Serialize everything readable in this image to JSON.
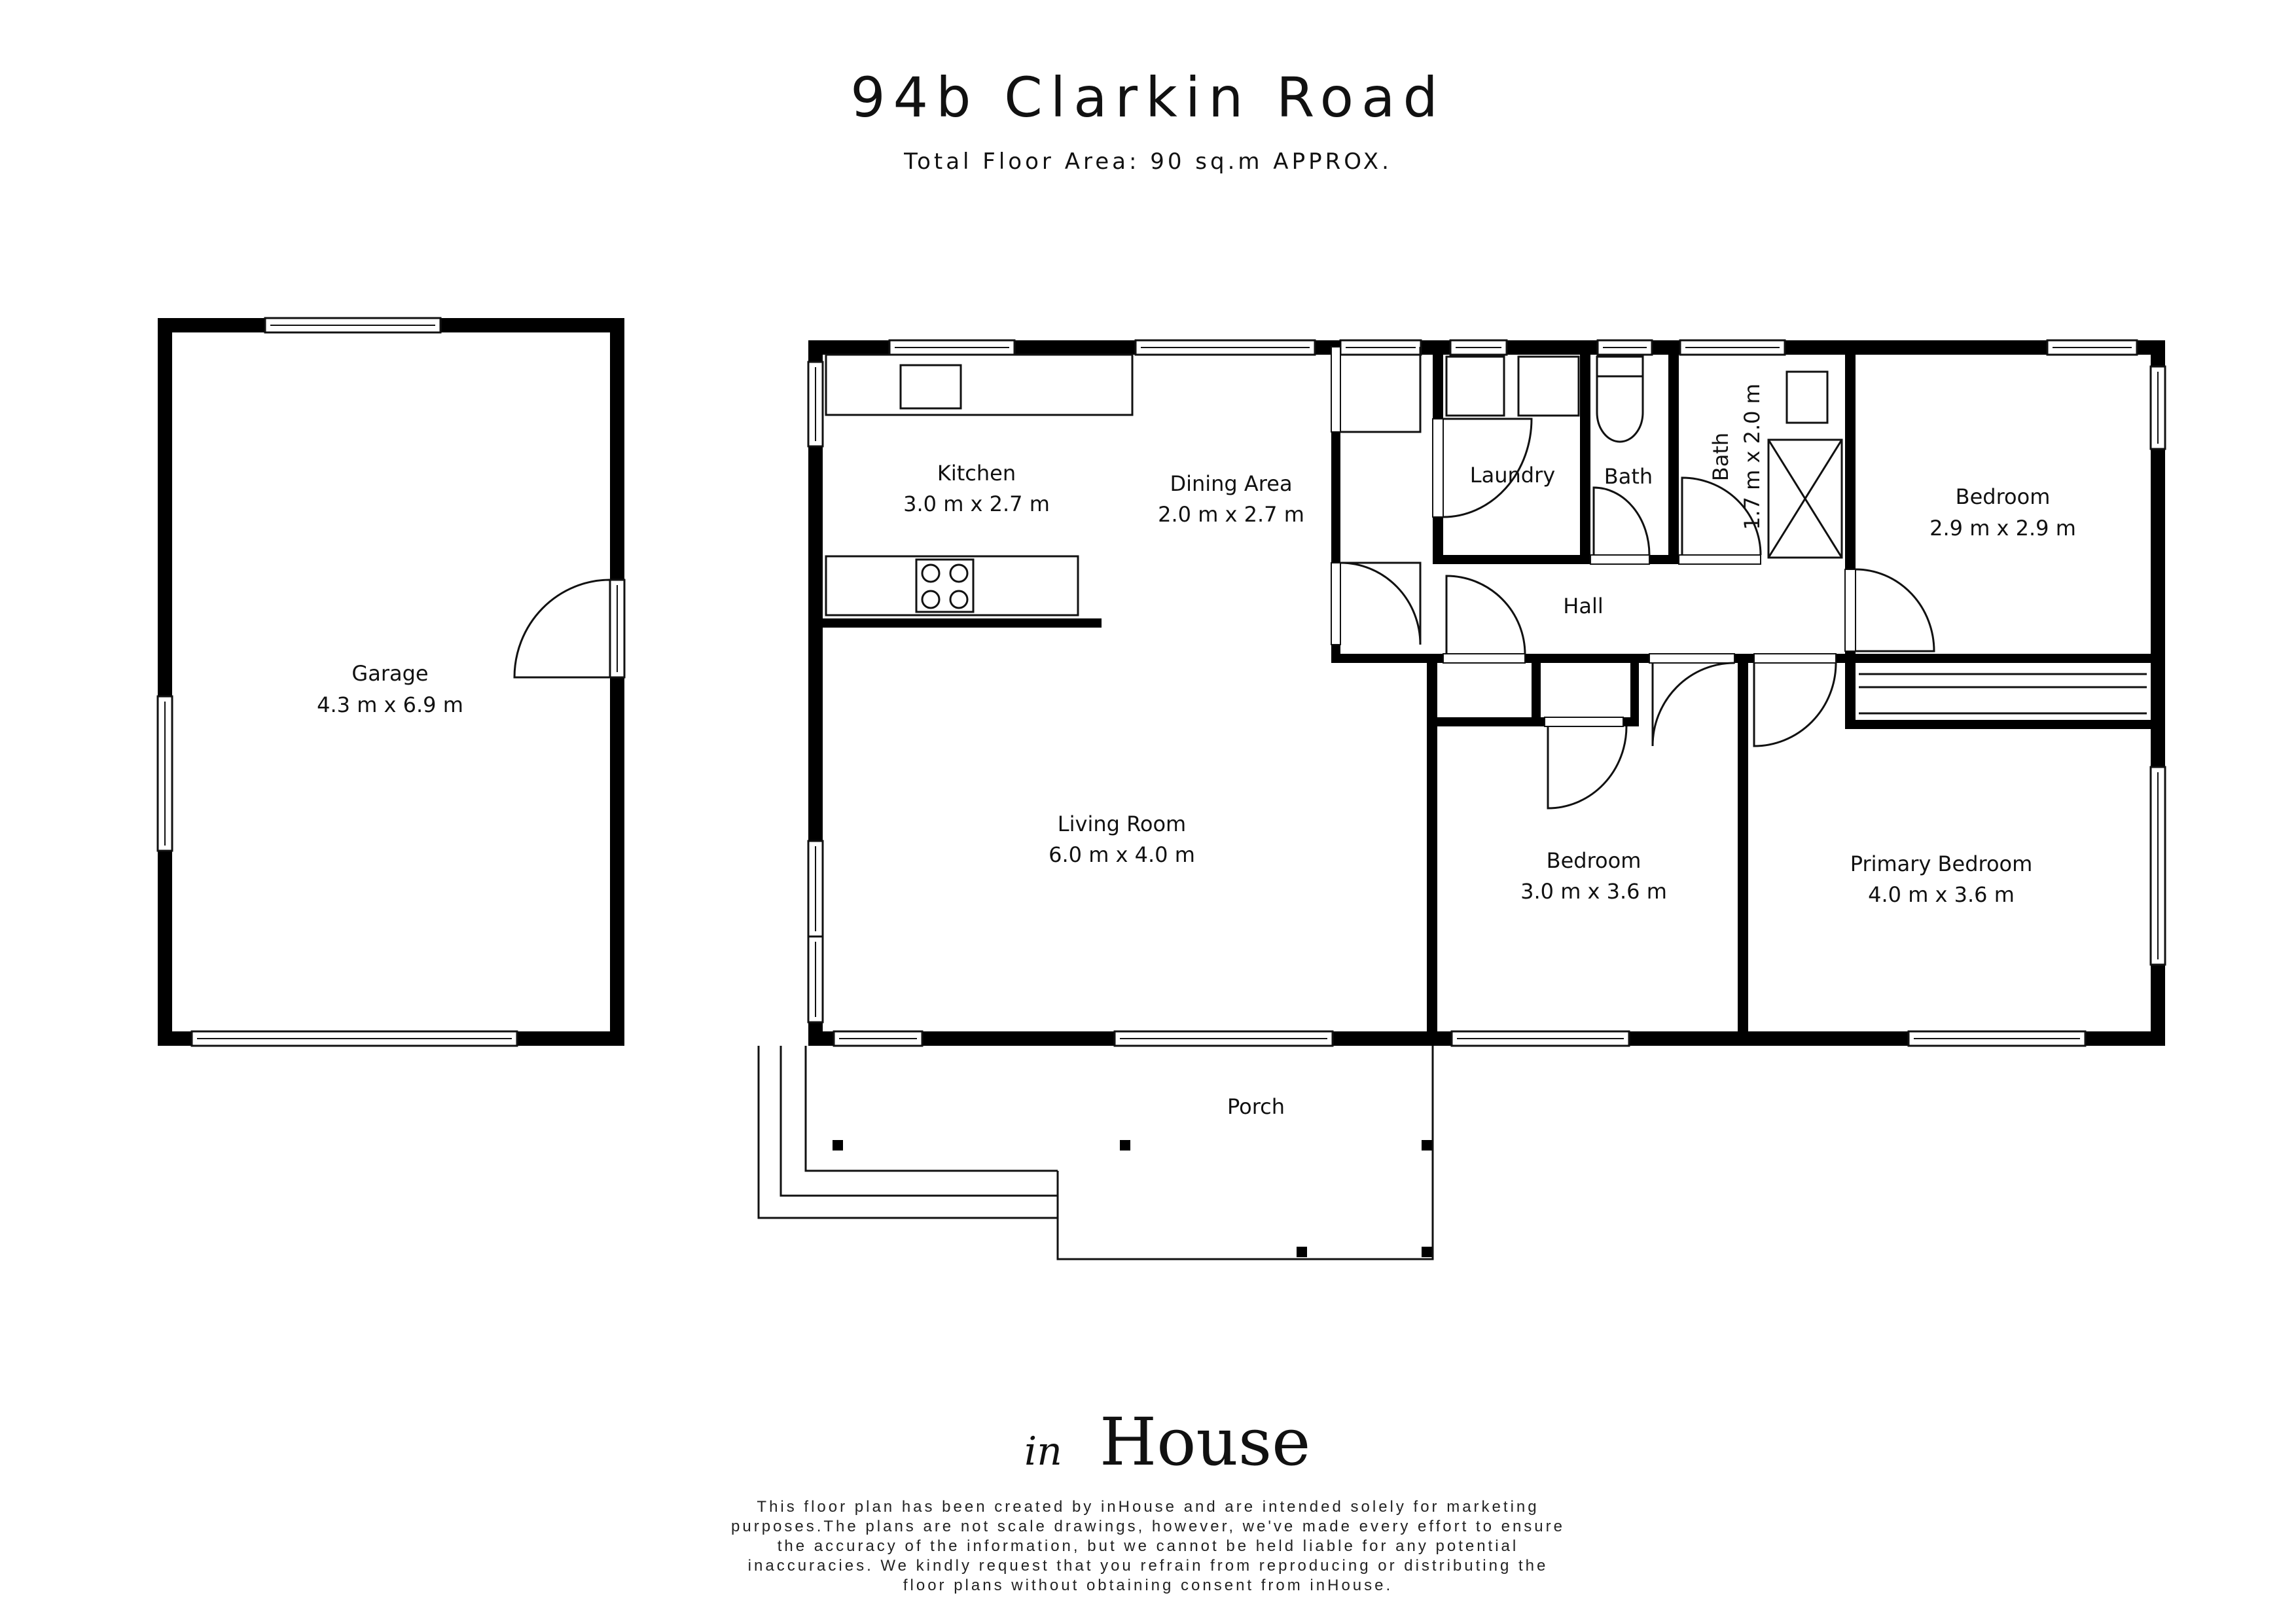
{
  "header": {
    "title": "94b Clarkin Road",
    "subtitle": "Total Floor Area: 90 sq.m APPROX."
  },
  "rooms": {
    "garage": {
      "name": "Garage",
      "dims": "4.3 m x 6.9 m"
    },
    "kitchen": {
      "name": "Kitchen",
      "dims": "3.0 m x 2.7 m"
    },
    "dining": {
      "name": "Dining Area",
      "dims": "2.0 m x 2.7 m"
    },
    "laundry": {
      "name": "Laundry"
    },
    "bath1": {
      "name": "Bath"
    },
    "bath2": {
      "name": "Bath",
      "dims": "1.7 m x 2.0 m"
    },
    "bedroom1": {
      "name": "Bedroom",
      "dims": "2.9 m x 2.9 m"
    },
    "hall": {
      "name": "Hall"
    },
    "living": {
      "name": "Living Room",
      "dims": "6.0 m x 4.0 m"
    },
    "bedroom2": {
      "name": "Bedroom",
      "dims": "3.0 m x 3.6 m"
    },
    "primary": {
      "name": "Primary Bedroom",
      "dims": "4.0 m x 3.6 m"
    },
    "porch": {
      "name": "Porch"
    }
  },
  "footer": {
    "logo": {
      "script": "in",
      "word": "House"
    },
    "disclaimer": [
      "This floor plan has been created by inHouse and are intended solely for marketing",
      "purposes.The plans are not scale drawings, however, we've made every effort to ensure",
      "the accuracy of the information, but we cannot be held liable for any potential",
      "inaccuracies. We kindly request that you refrain from reproducing or distributing the",
      "floor plans without obtaining consent from inHouse."
    ]
  }
}
